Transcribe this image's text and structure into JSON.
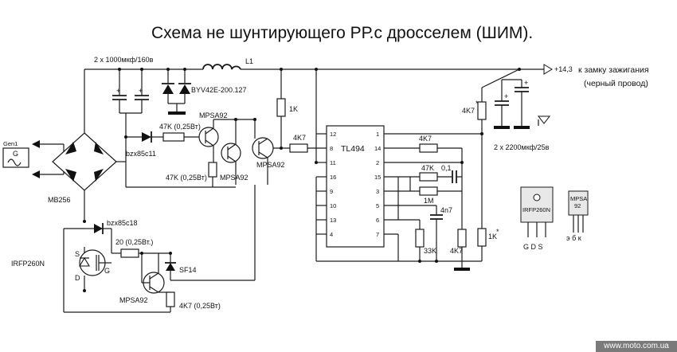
{
  "title": "Схема не шунтирующего РР.с дросселем   (ШИМ).",
  "labels": {
    "caps_in": "2 x 1000мкф/160в",
    "l1": "L1",
    "diode_byv": "BYV42E-200.127",
    "out_voltage": "+14,3",
    "out_dest": "к замку зажигания",
    "out_wire": "(черный провод)",
    "caps_out": "2 x 2200мкф/25в",
    "gen": "Gen1",
    "gen_g": "G",
    "bridge": "MB256",
    "zener1": "bzx85c11",
    "zener2": "bzx85c18",
    "r_47k_a": "47K (0,25Вт)",
    "r_47k_b": "47K (0,25Вт)",
    "mpsa92_a": "MPSA92",
    "mpsa92_b": "MPSA92",
    "mpsa92_c": "MPSA92",
    "mpsa92_d": "MPSA92",
    "r_1k": "1K",
    "r_4k7_in": "4K7",
    "ic": "TL494",
    "pin12": "12",
    "pin8": "8",
    "pin11": "11",
    "pin16": "16",
    "pin9": "9",
    "pin10": "10",
    "pin13": "13",
    "pin4": "4",
    "pin1": "1",
    "pin14": "14",
    "pin2": "2",
    "pin15": "15",
    "pin3": "3",
    "pin5": "5",
    "pin6": "6",
    "pin7": "7",
    "r_4k7_14": "4K7",
    "r_47k_fb": "47K",
    "c_01": "0,1",
    "r_1m": "1M",
    "c_4n7": "4n7",
    "r_33k": "33K",
    "r_4k7_bot": "4K7",
    "r_1k_trim": "1K",
    "r_4k7_trim": "4K7",
    "star": "*",
    "mosfet": "IRFP260N",
    "pin_s": "S",
    "pin_g": "G",
    "pin_d": "D",
    "r_20": "20 (0,25Вт.)",
    "sf14": "SF14",
    "r_4k7_025": "4K7 (0,25Вт)",
    "pkg_irfp_name": "IRFP260N",
    "pkg_irfp_pins": "G  D  S",
    "pkg_mpsa_name": "MPSA",
    "pkg_mpsa_num": "92",
    "pkg_mpsa_pins": "э  б  к",
    "watermark": "www.moto.com.ua"
  }
}
